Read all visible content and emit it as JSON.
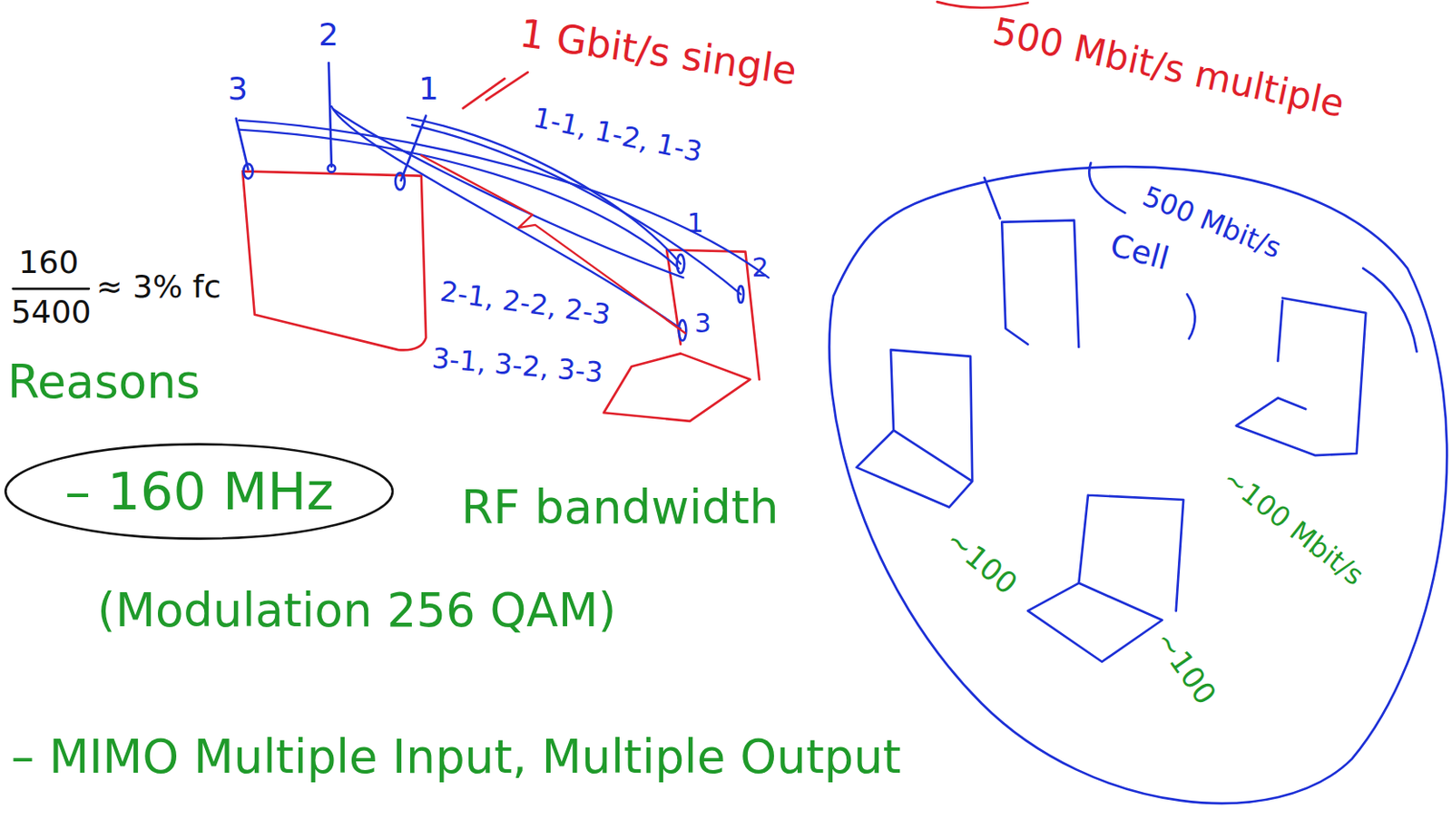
{
  "diagram": {
    "nodes": [
      {
        "text": [
          "– 160 MHz"
        ]
      },
      {
        "text": [
          "500 Mbit/s",
          "Cell",
          "~100 Mbit/s",
          "~100",
          "~100"
        ]
      }
    ],
    "labels": [
      "3",
      "2",
      "1",
      "1 Gbit/s single",
      "500 Mbit/s multiple",
      "1-1, 1-2, 1-3",
      "1",
      "2",
      "3",
      "2-1, 2-2, 2-3",
      "3-1, 3-2, 3-3",
      "160",
      "5400",
      "≈ 3% fc",
      "Reasons",
      "RF bandwidth",
      "(Modulation 256 QAM)",
      "– MIMO Multiple Input, Multiple Output"
    ]
  }
}
